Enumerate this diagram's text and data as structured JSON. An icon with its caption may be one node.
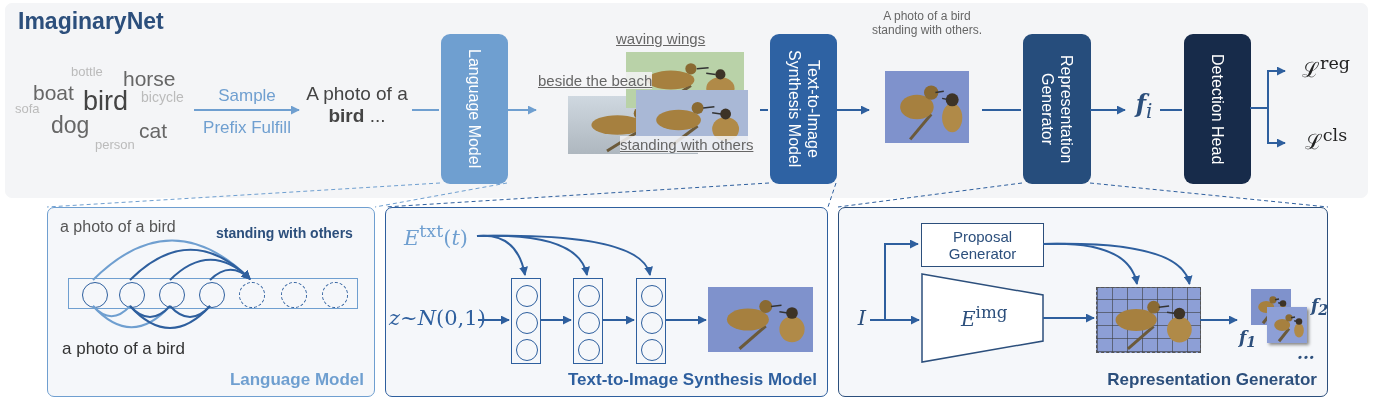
{
  "diagram": {
    "nodes": [
      {
        "text": [
          "ImaginaryNet"
        ]
      },
      {
        "text": [
          "bottle",
          "horse",
          "boat",
          "bird",
          "bicycle",
          "sofa",
          "dog",
          "cat",
          "person"
        ],
        "in": 0
      },
      {
        "text": [
          "A photo of a **bird** ..."
        ],
        "in": 0
      },
      {
        "text": [
          "Language Model"
        ],
        "in": 0
      },
      {
        "text": [
          "waving wings",
          "beside the beach",
          "standing with others"
        ],
        "in": 0
      },
      {
        "text": [
          "Text-to-Image Synthesis Model"
        ],
        "in": 0
      },
      {
        "text": [
          "A photo of a bird standing with others."
        ],
        "in": 0
      },
      {
        "text": [
          "Representation Generator"
        ],
        "in": 0
      },
      {
        "text": [
          "**f**$_{i}$"
        ],
        "in": 0
      },
      {
        "text": [
          "Detection Head"
        ],
        "in": 0
      },
      {
        "text": [
          "ℒ$^{reg}$"
        ],
        "in": 0
      },
      {
        "text": [
          "ℒ$^{cls}$"
        ],
        "in": 0
      },
      {
        "text": [
          "Language Model"
        ]
      },
      {
        "text": [],
        "shape": "box",
        "in": 12
      },
      {
        "text": [],
        "shape": "circle",
        "in": 13
      },
      {
        "text": [],
        "shape": "circle",
        "in": 13
      },
      {
        "text": [],
        "shape": "circle",
        "in": 13
      },
      {
        "text": [],
        "shape": "circle",
        "in": 13
      },
      {
        "text": [],
        "shape": "circle",
        "in": 13
      },
      {
        "text": [],
        "shape": "circle",
        "in": 13
      },
      {
        "text": [],
        "shape": "circle",
        "in": 13
      },
      {
        "text": [
          "Text-to-Image Synthesis Model"
        ]
      },
      {
        "text": [
          "*E*$^{txt}$(*t*)"
        ],
        "in": 21
      },
      {
        "text": [
          "*z*~*N*(0,1)"
        ],
        "in": 21
      },
      {
        "text": [],
        "shape": "box",
        "in": 21
      },
      {
        "text": [],
        "shape": "circle",
        "in": 24
      },
      {
        "text": [],
        "shape": "circle",
        "in": 24
      },
      {
        "text": [],
        "shape": "circle",
        "in": 24
      },
      {
        "text": [],
        "shape": "box",
        "in": 21
      },
      {
        "text": [],
        "shape": "circle",
        "in": 28
      },
      {
        "text": [],
        "shape": "circle",
        "in": 28
      },
      {
        "text": [],
        "shape": "circle",
        "in": 28
      },
      {
        "text": [],
        "shape": "box",
        "in": 21
      },
      {
        "text": [],
        "shape": "circle",
        "in": 32
      },
      {
        "text": [],
        "shape": "circle",
        "in": 32
      },
      {
        "text": [],
        "shape": "circle",
        "in": 32
      },
      {
        "text": [],
        "shape": "picture",
        "in": 21
      },
      {
        "text": [
          "Representation Generator"
        ]
      },
      {
        "text": [
          "*I*"
        ],
        "in": 37
      },
      {
        "text": [
          "Proposal Generator"
        ],
        "in": 37
      },
      {
        "text": [
          "*E*$^{img}$"
        ],
        "in": 37
      },
      {
        "text": [],
        "shape": "picture",
        "in": 37
      },
      {
        "text": [],
        "shape": "picture",
        "in": 37,
        "beside": [
          "**f**$_{1}$",
          "**f**$_{2}$",
          "..."
        ]
      }
    ],
    "edges": [
      {
        "from": 1,
        "to": 2,
        "arrow": "to",
        "label": "Sample Prefix Fulfill",
        "color": "#6f9fd0"
      },
      {
        "from": 2,
        "to": 3,
        "arrow": "none",
        "color": "#6f9fd0"
      },
      {
        "from": 3,
        "to": 4,
        "arrow": "to",
        "color": "#6f9fd0"
      },
      {
        "from": 4,
        "to": 5,
        "arrow": "none"
      },
      {
        "from": 5,
        "to": 6,
        "arrow": "to"
      },
      {
        "from": 6,
        "to": 7,
        "arrow": "none"
      },
      {
        "from": 7,
        "to": 8,
        "arrow": "to"
      },
      {
        "from": 8,
        "to": 9,
        "arrow": "none"
      },
      {
        "from": 9,
        "to": 10,
        "arrow": "to"
      },
      {
        "from": 9,
        "to": 11,
        "arrow": "to"
      },
      {
        "from": 3,
        "to": 12,
        "arrow": "none",
        "style": "dashed",
        "color": "#6f9fd0"
      },
      {
        "from": 3,
        "to": 12,
        "arrow": "none",
        "style": "dashed",
        "color": "#6f9fd0"
      },
      {
        "from": 5,
        "to": 21,
        "arrow": "none",
        "style": "dashed"
      },
      {
        "from": 5,
        "to": 21,
        "arrow": "none",
        "style": "dashed"
      },
      {
        "from": 7,
        "to": 37,
        "arrow": "none",
        "style": "dashed"
      },
      {
        "from": 7,
        "to": 37,
        "arrow": "none",
        "style": "dashed"
      },
      {
        "from": 14,
        "to": 18,
        "arrow": "to",
        "color": "#6f9fd0"
      },
      {
        "from": 15,
        "to": 18,
        "arrow": "to"
      },
      {
        "from": 16,
        "to": 18,
        "arrow": "to"
      },
      {
        "from": 17,
        "to": 18,
        "arrow": "to"
      },
      {
        "from": 14,
        "to": 15,
        "arrow": "none",
        "color": "#6f9fd0"
      },
      {
        "from": 14,
        "to": 16,
        "arrow": "none",
        "color": "#6f9fd0"
      },
      {
        "from": 15,
        "to": 16,
        "arrow": "none"
      },
      {
        "from": 15,
        "to": 17,
        "arrow": "none"
      },
      {
        "from": 16,
        "to": 17,
        "arrow": "none"
      },
      {
        "from": 22,
        "to": 24,
        "arrow": "to"
      },
      {
        "from": 22,
        "to": 28,
        "arrow": "to"
      },
      {
        "from": 22,
        "to": 32,
        "arrow": "to"
      },
      {
        "from": 23,
        "to": 24,
        "arrow": "to"
      },
      {
        "from": 24,
        "to": 28,
        "arrow": "to"
      },
      {
        "from": 28,
        "to": 32,
        "arrow": "to"
      },
      {
        "from": 32,
        "to": 36,
        "arrow": "to"
      },
      {
        "from": 38,
        "to": 39,
        "arrow": "to"
      },
      {
        "from": 38,
        "to": 40,
        "arrow": "to"
      },
      {
        "from": 40,
        "to": 41,
        "arrow": "to"
      },
      {
        "from": 39,
        "to": 41,
        "arrow": "to"
      },
      {
        "from": 39,
        "to": 41,
        "arrow": "to"
      },
      {
        "from": 41,
        "to": 42,
        "arrow": "to"
      }
    ],
    "labels": [
      "a photo of a bird",
      "standing with others",
      "a photo of a bird"
    ]
  }
}
